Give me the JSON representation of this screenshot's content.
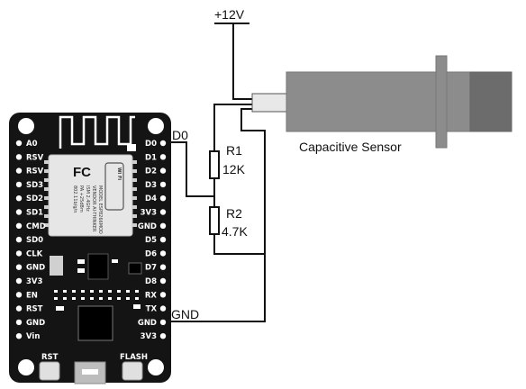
{
  "supply": {
    "label": "+12V"
  },
  "sensor": {
    "label": "Capacitive Sensor"
  },
  "resistors": [
    {
      "name": "R1",
      "value": "12K"
    },
    {
      "name": "R2",
      "value": "4.7K"
    }
  ],
  "nets": {
    "d0": "D0",
    "gnd": "GND"
  },
  "board": {
    "left_pins": [
      "A0",
      "RSV",
      "RSV",
      "SD3",
      "SD2",
      "SD1",
      "CMD",
      "SD0",
      "CLK",
      "GND",
      "3V3",
      "EN",
      "RST",
      "GND",
      "Vin"
    ],
    "right_pins": [
      "D0",
      "D1",
      "D2",
      "D3",
      "D4",
      "3V3",
      "GND",
      "D5",
      "D6",
      "D7",
      "D8",
      "RX",
      "TX",
      "GND",
      "3V3"
    ],
    "buttons": {
      "rst": "RST",
      "flash": "FLASH"
    }
  },
  "module": {
    "brand": "FC",
    "wifi": "Wi Fi",
    "lines": [
      "MODEL ESP8266MOD",
      "VENDOR AI-THINKER",
      "ISM 2.4GHz",
      "PA +25dBm",
      "802.11b/g/n"
    ]
  }
}
